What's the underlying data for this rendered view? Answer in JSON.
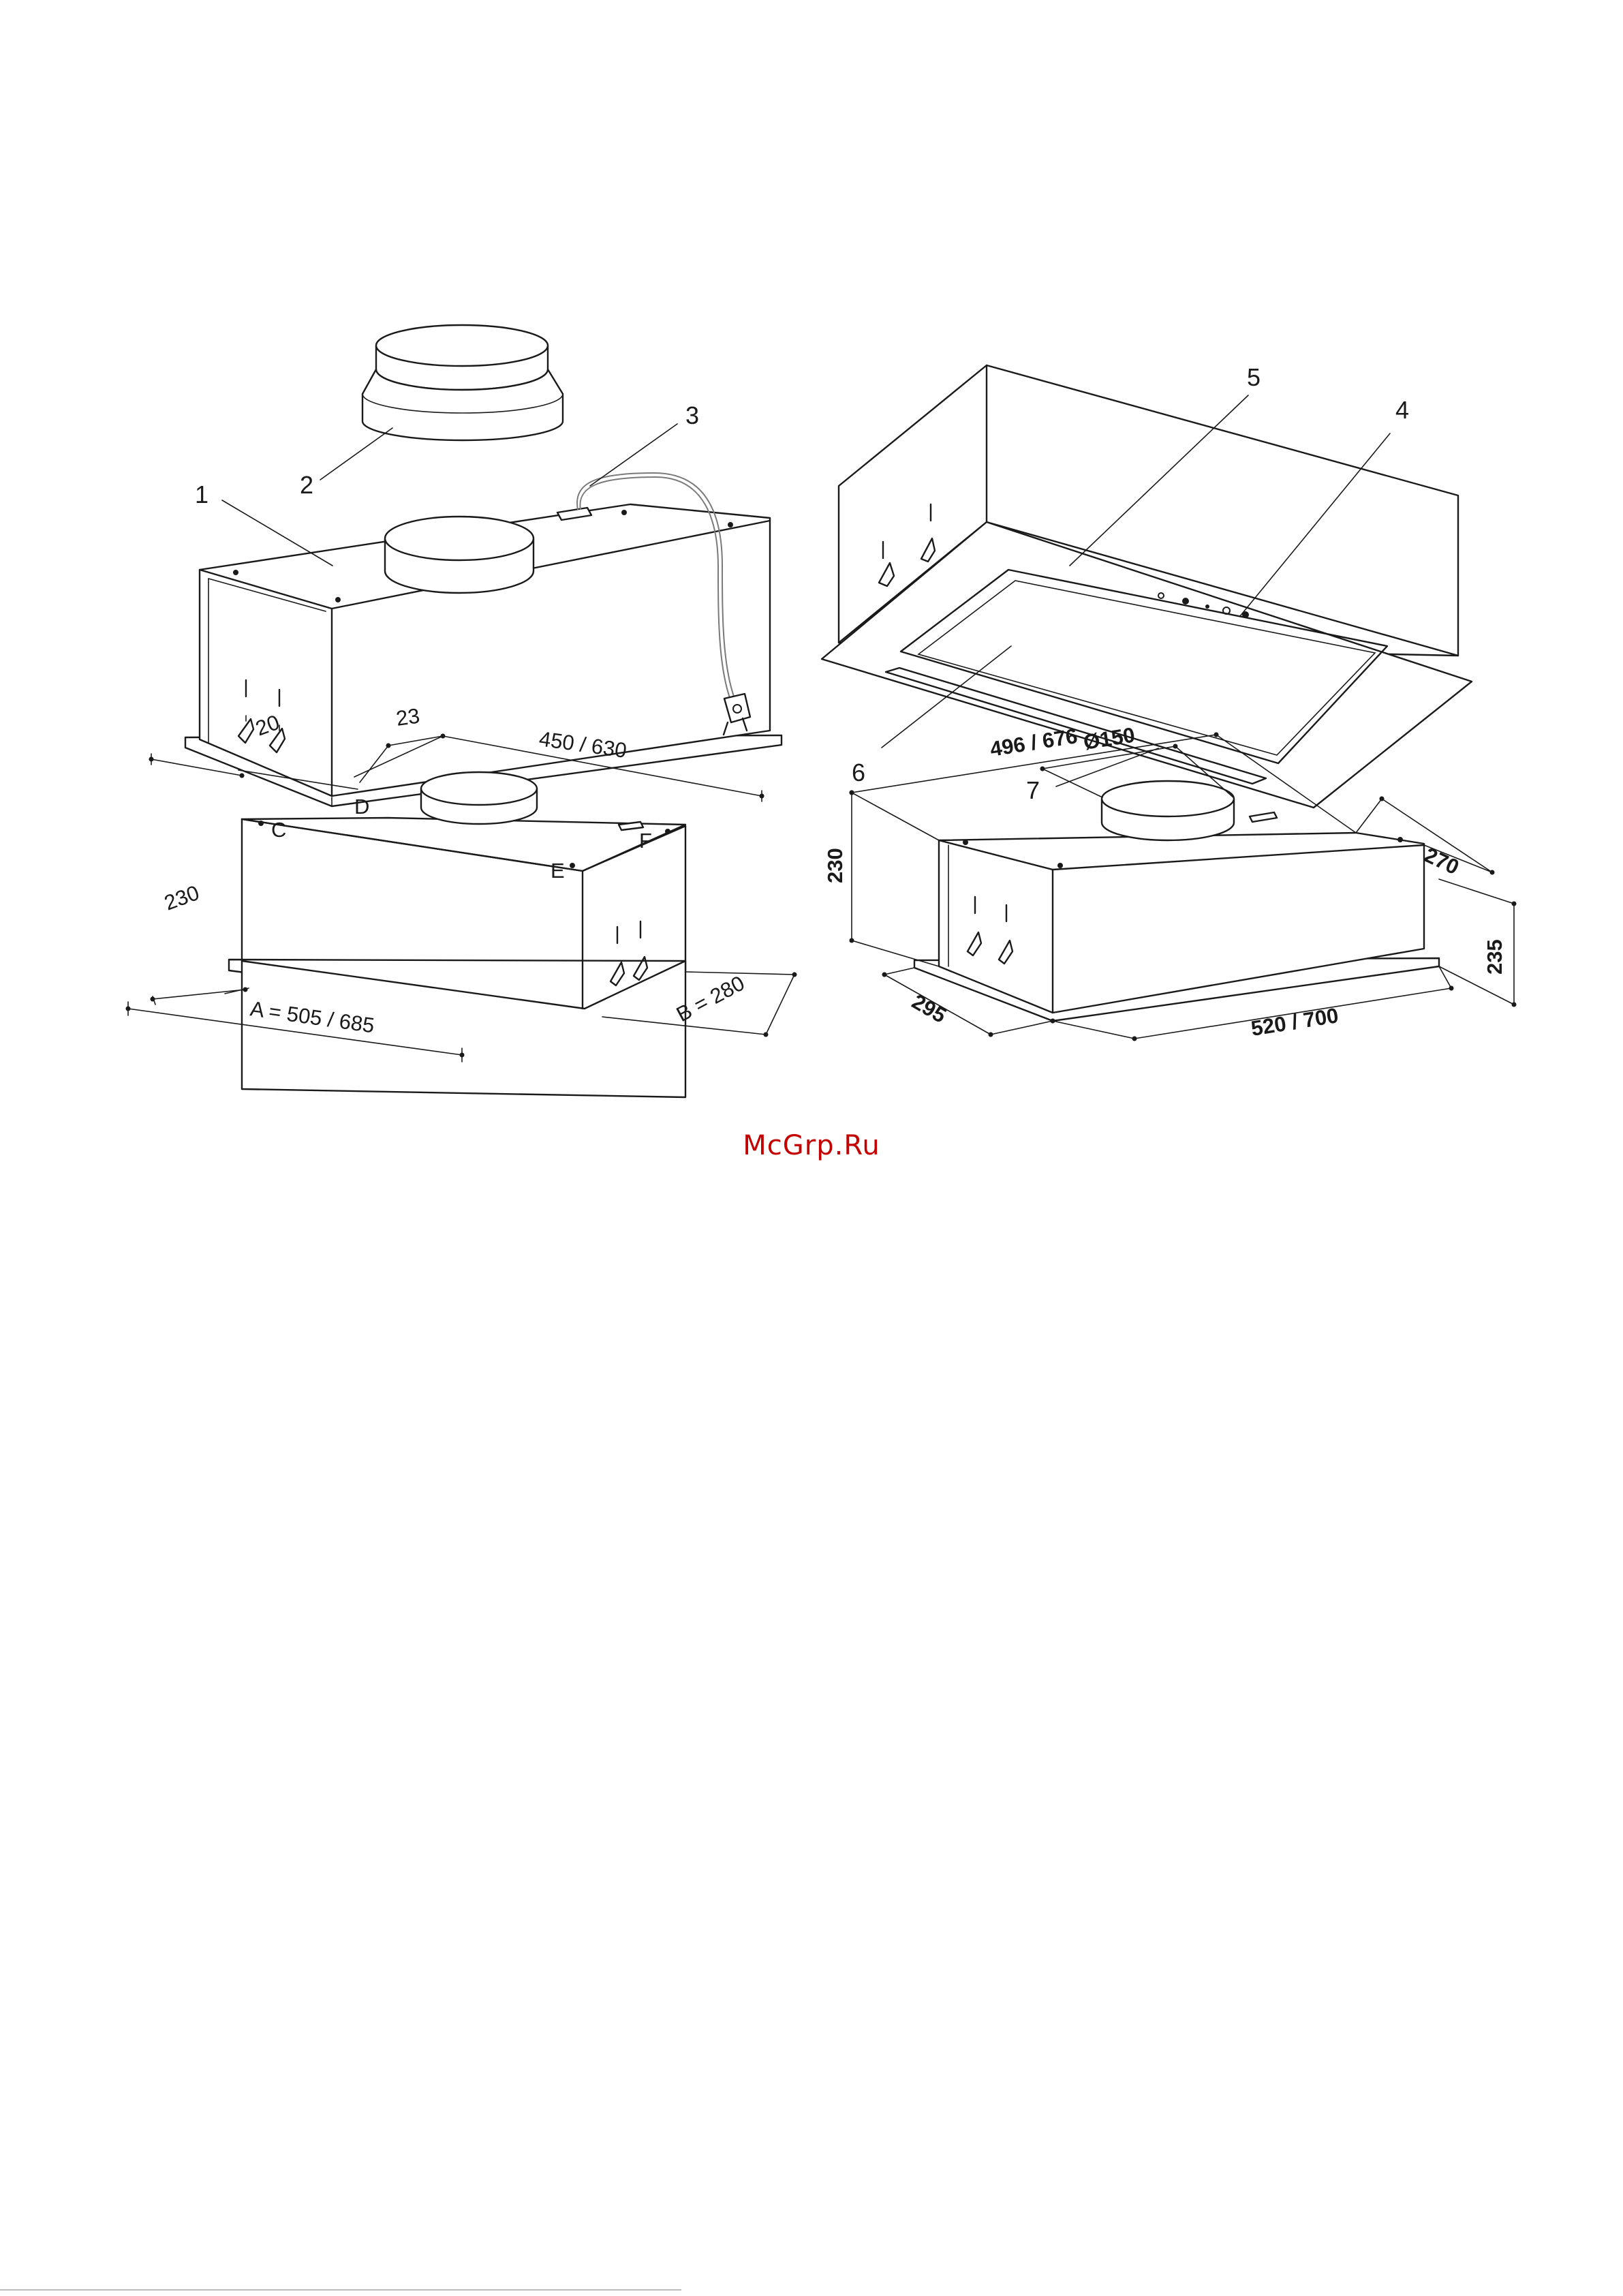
{
  "watermark": "McGrp.Ru",
  "parts_view_left": {
    "labels": [
      "1",
      "2",
      "3"
    ]
  },
  "parts_view_right": {
    "labels": [
      "5",
      "4",
      "6",
      "7"
    ]
  },
  "install_view": {
    "dim_230": "230",
    "dim_20": "20",
    "dim_23": "23",
    "dim_450_630": "450 / 630",
    "point_c": "C",
    "point_d": "D",
    "point_e": "E",
    "point_f": "F",
    "dim_a": "A = 505 / 685",
    "dim_b": "B = 280"
  },
  "dimensions_view": {
    "dim_496_676": "496 / 676",
    "dim_d150": "Ø150",
    "dim_270": "270",
    "dim_230": "230",
    "dim_235": "235",
    "dim_295": "295",
    "dim_520_700": "520 / 700"
  }
}
